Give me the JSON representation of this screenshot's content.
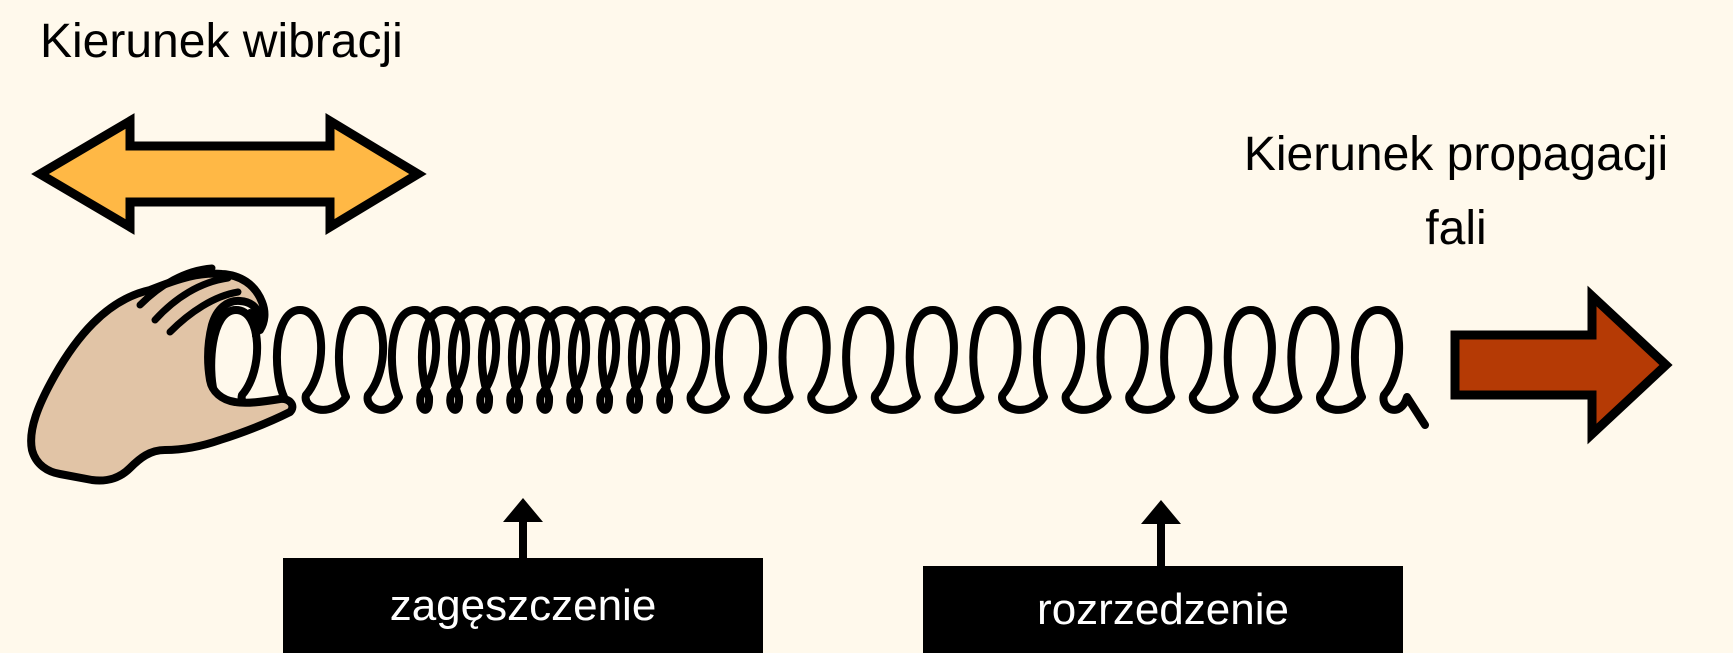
{
  "labels": {
    "vibration_direction": "Kierunek wibracji",
    "propagation_line1": "Kierunek propagacji",
    "propagation_line2": "fali",
    "compression": "zagęszczenie",
    "rarefaction": "rozrzedzenie"
  },
  "colors": {
    "background": "#FFF9EC",
    "vibration_arrow": "#FFB845",
    "propagation_arrow": "#B53A05",
    "hand": "#E1C4A6",
    "outline": "#000000"
  },
  "icons": {
    "hand": "hand-icon",
    "spring": "spring-coil",
    "double_arrow": "double-headed-arrow-icon",
    "right_arrow": "arrow-right-icon"
  }
}
